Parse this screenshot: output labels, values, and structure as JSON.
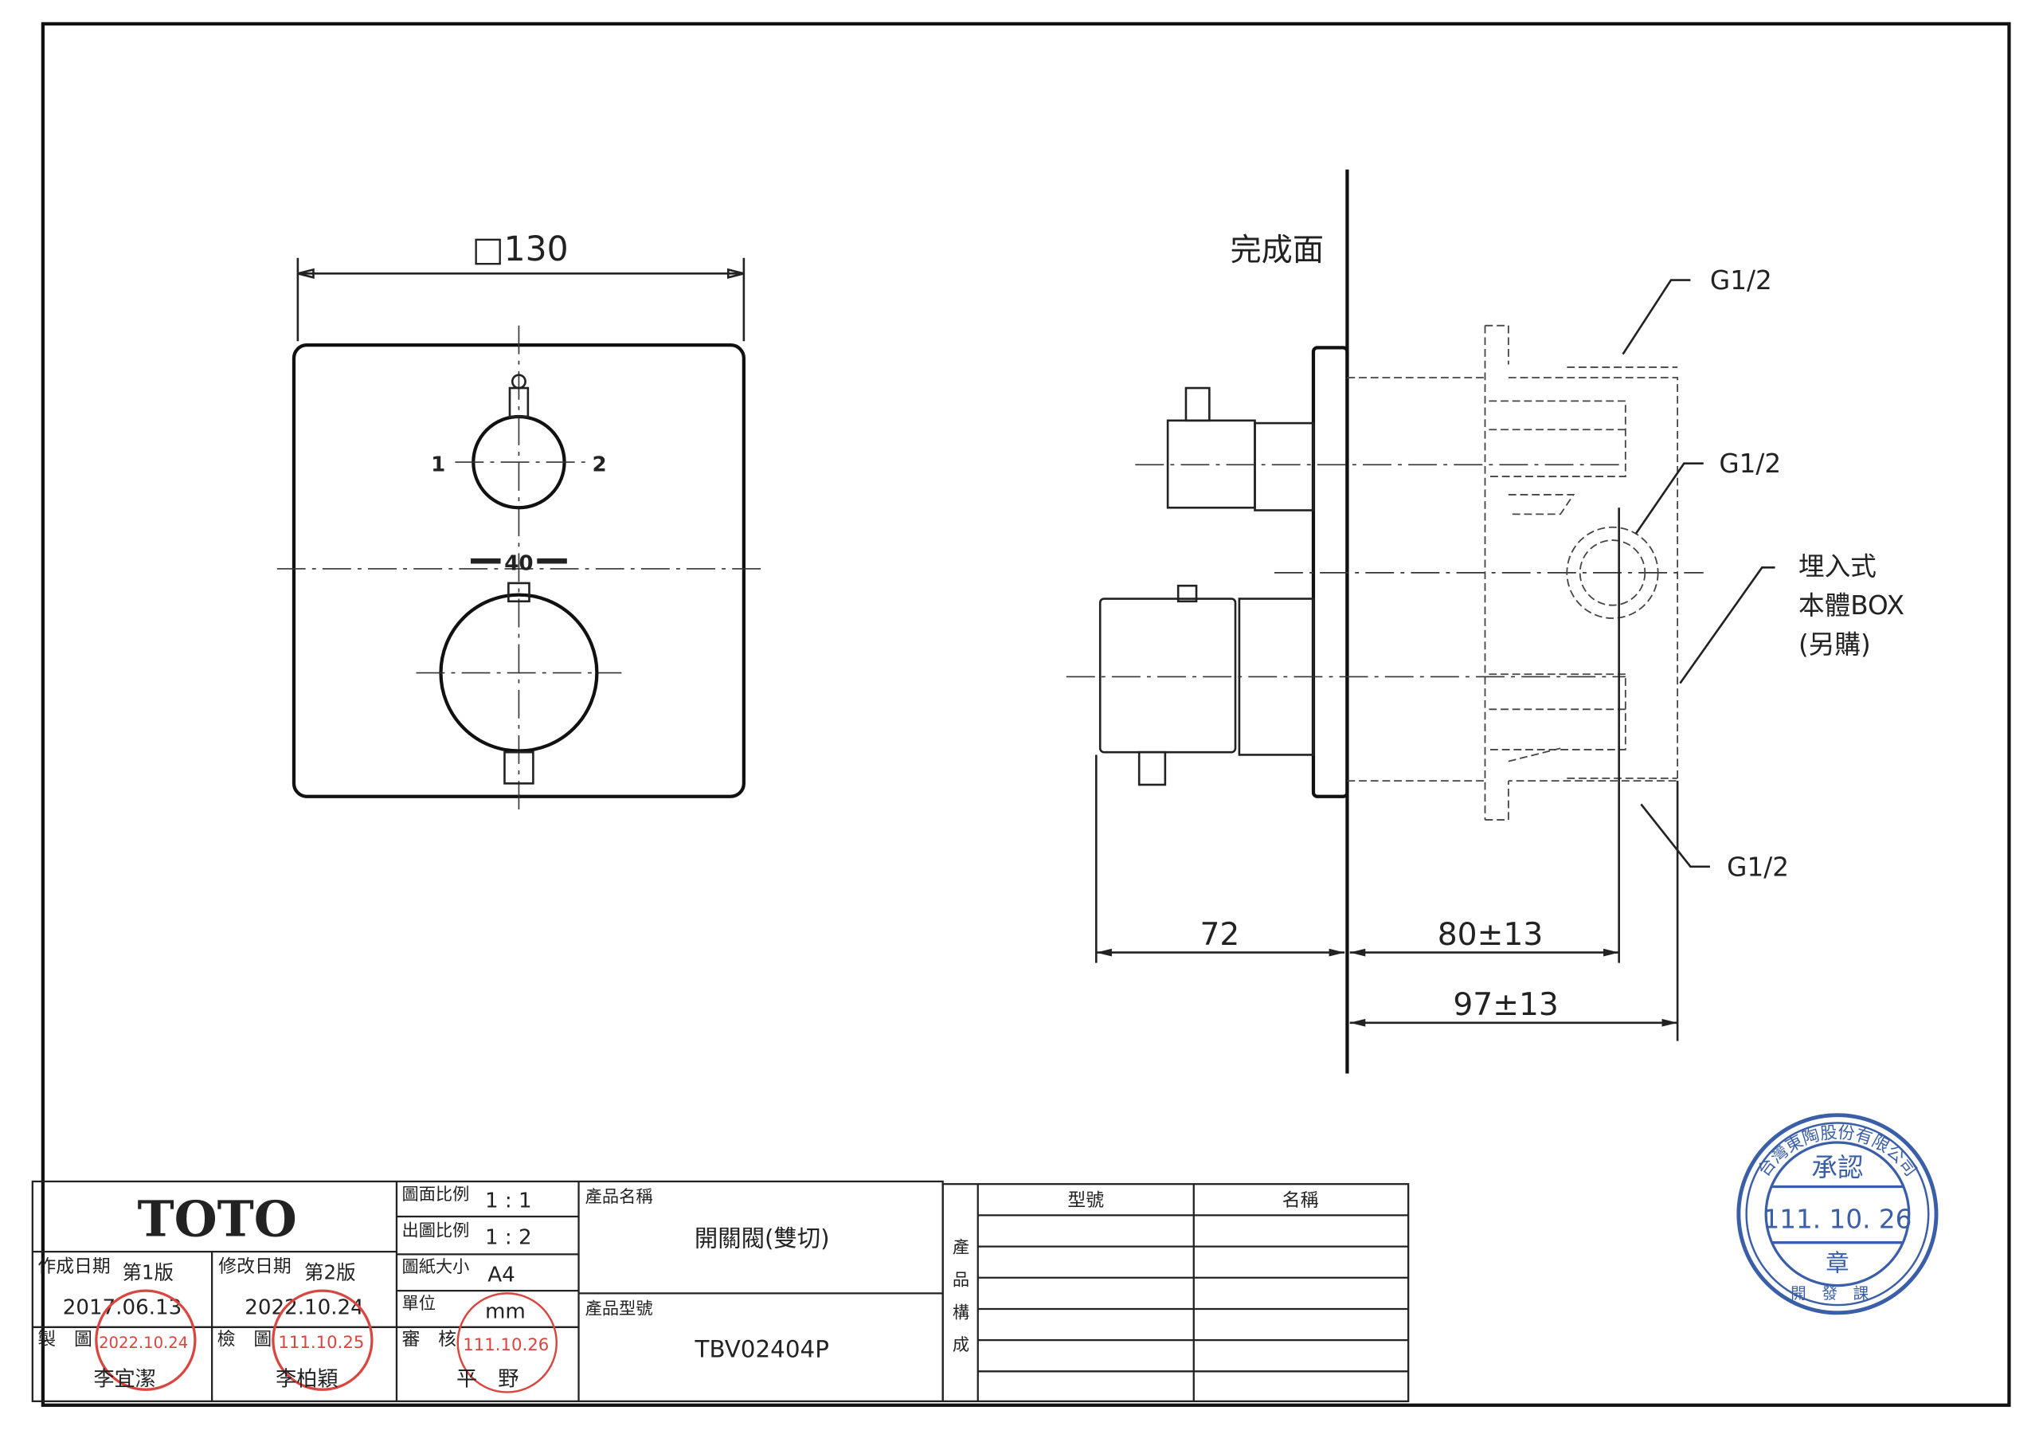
{
  "front_view": {
    "width_dim": "□130",
    "pos1": "1",
    "pos2": "2",
    "center_dim": "40"
  },
  "side_view": {
    "finish_surface": "完成面",
    "g_upper": "G1/2",
    "g_middle": "G1/2",
    "g_lower": "G1/2",
    "box_note": [
      "埋入式",
      "本體BOX",
      "(另購)"
    ],
    "dim_72": "72",
    "dim_80": "80±13",
    "dim_97": "97±13"
  },
  "title_block": {
    "logo": "TOTO",
    "created_label": "作成日期",
    "created_ver": "第1版",
    "created_date": "2017.06.13",
    "modified_label": "修改日期",
    "modified_ver": "第2版",
    "modified_date": "2022.10.24",
    "drawn_label": "製　圖",
    "drawn_by": "李宜潔",
    "checked_label": "檢　圖",
    "checked_by": "李柏穎",
    "approved_label": "審　核",
    "approved_by": "平　野",
    "scale_label": "圖面比例",
    "scale": "1 : 1",
    "print_scale_label": "出圖比例",
    "print_scale": "1 : 2",
    "paper_label": "圖紙大小",
    "paper": "A4",
    "unit_label": "單位",
    "unit": "mm",
    "product_name_label": "產品名稱",
    "product_name": "開關閥(雙切)",
    "product_no_label": "產品型號",
    "product_no": "TBV02404P",
    "composition_label": [
      "產",
      "品",
      "構",
      "成"
    ],
    "col_model": "型號",
    "col_name": "名稱"
  },
  "stamps": {
    "drawn_date": "2022.10.24",
    "checked_date": "111.10.25",
    "approved_date": "111.10.26",
    "approval": {
      "company": "台灣東陶股份有限公司",
      "title": "承認",
      "date": "111. 10. 26",
      "seal": "章",
      "dept": "開發課"
    }
  },
  "colors": {
    "stamp_red": "#d9463f",
    "stamp_blue": "#3a5ea8"
  }
}
